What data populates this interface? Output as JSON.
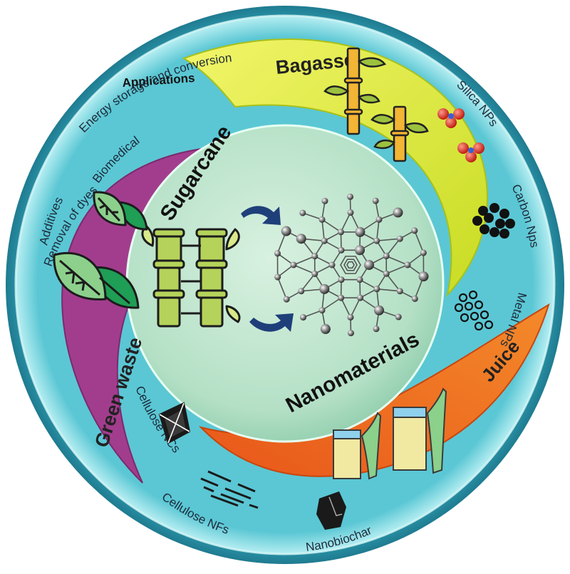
{
  "center": {
    "title_top": "Sugarcane",
    "title_bottom": "Nanomaterials"
  },
  "bands": {
    "bagasse": "Bagasse",
    "green_waste": "Green waste",
    "juice": "Juice"
  },
  "applications": {
    "heading": "Applications",
    "items": [
      "Energy storage and conversion",
      "Biomedical",
      "Additives",
      "Removal of dyes"
    ]
  },
  "nanomaterials": {
    "silica": "Silica NPs",
    "carbon": "Carbon Nps",
    "metal": "Metal NPs",
    "cellulose_ncs": "Cellulose NCs",
    "cellulose_nfs": "Cellulose NFs",
    "nanobiochar": "Nanobiochar"
  },
  "colors": {
    "outer_ring": "#3fb6c8",
    "center_disc": "#bfe6cf",
    "bagasse_band": "#e3ec3a",
    "green_waste_band": "#a23d8e",
    "juice_band": "#f06a1e",
    "bamboo": "#b5d35a",
    "arrow": "#1f3f7a"
  }
}
